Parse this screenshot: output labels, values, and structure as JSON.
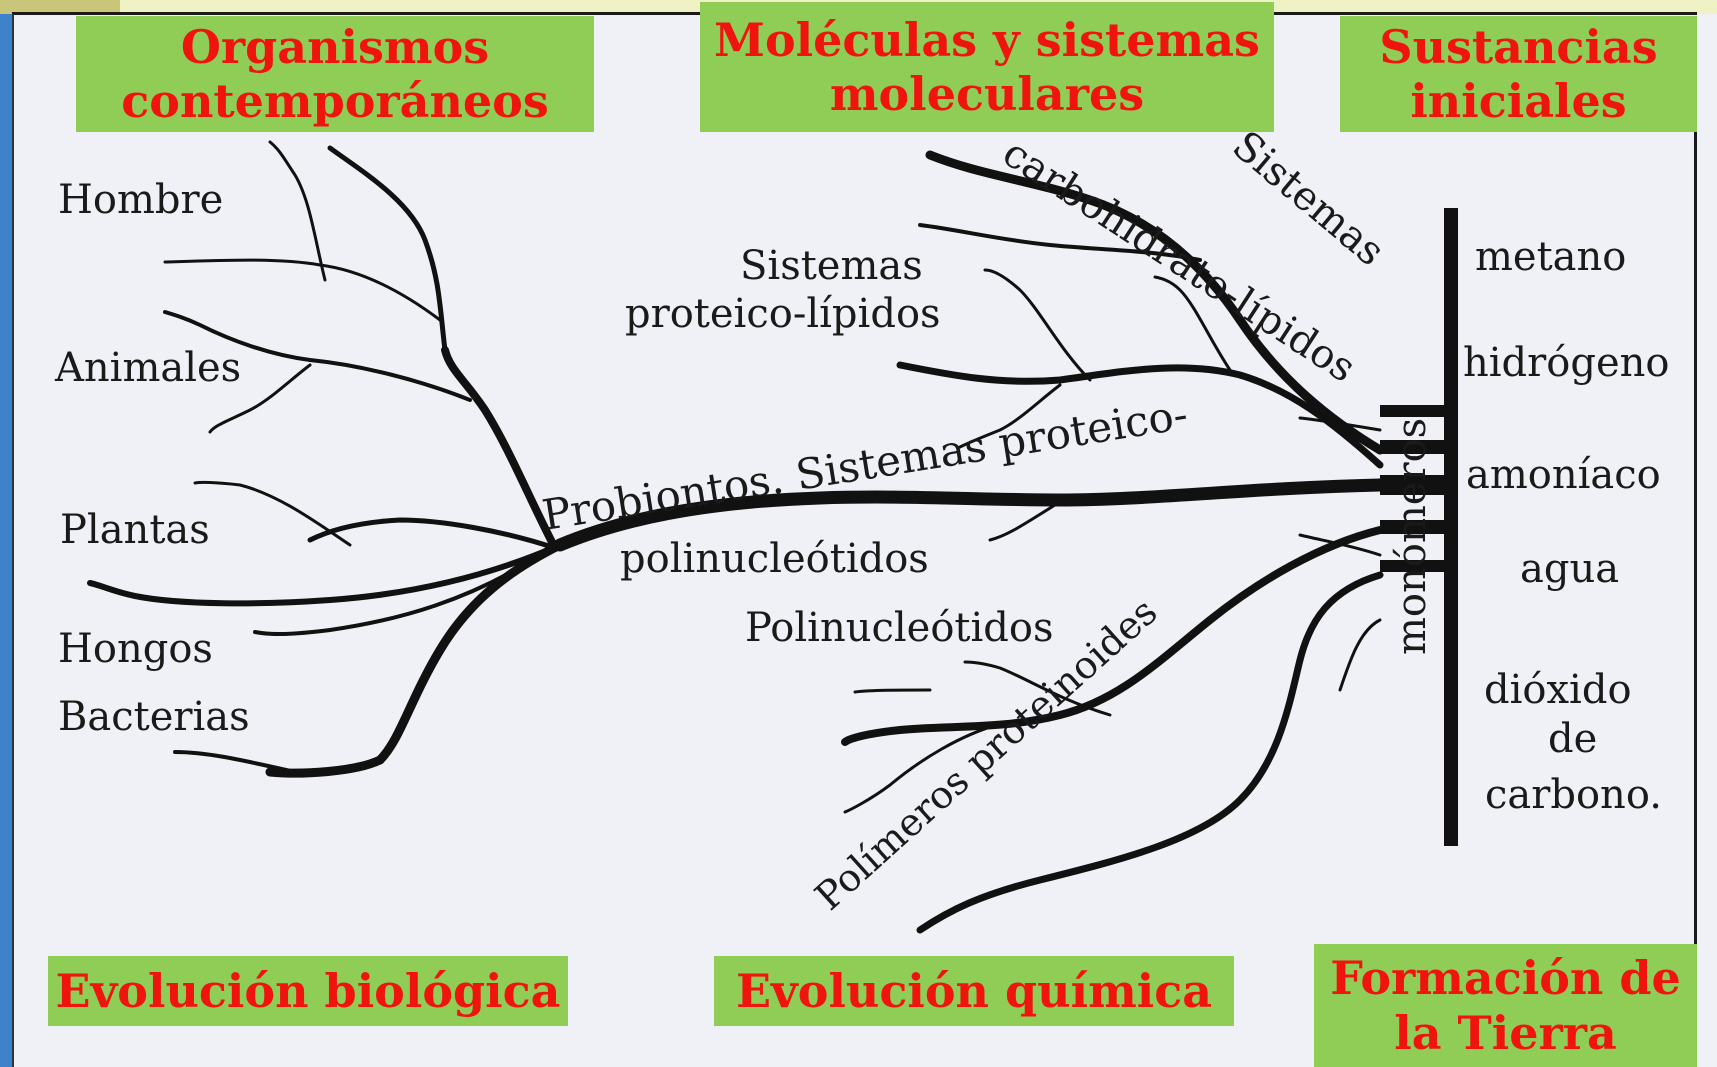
{
  "headers": {
    "organismos": "Organismos\ncontemporáneos",
    "moleculas": "Moléculas y sistemas\nmoleculares",
    "sustancias": "Sustancias\niniciales"
  },
  "footers": {
    "biologica": "Evolución biológica",
    "quimica": "Evolución química",
    "tierra": "Formación de\nla Tierra"
  },
  "organisms": {
    "hombre": "Hombre",
    "animales": "Animales",
    "plantas": "Plantas",
    "hongos": "Hongos",
    "bacterias": "Bacterias"
  },
  "molecules": {
    "sistemas_carbohidrato": "Sistemas",
    "carbohidrato_lipidos": "carbohidrato-lípidos",
    "sistemas_proteico": "Sistemas",
    "proteico_lipidos": "proteico-lípidos",
    "probiontos": "Probiontos. Sistemas proteico-",
    "polinucleotidos_cont": "polinucleótidos",
    "polinucleotidos": "Polinucleótidos",
    "polimeros": "Polímeros proteinoides",
    "monomeros": "monómeros"
  },
  "substances": {
    "metano": "metano",
    "hidrogeno": "hidrógeno",
    "amoniaco": "amoníaco",
    "agua": "agua",
    "dioxido": "dióxido",
    "de": "de",
    "carbono": "carbono."
  },
  "colors": {
    "box_fill": "#8fcd57",
    "box_text": "#f0140f",
    "line": "#111111",
    "background": "#f0f1f6"
  }
}
